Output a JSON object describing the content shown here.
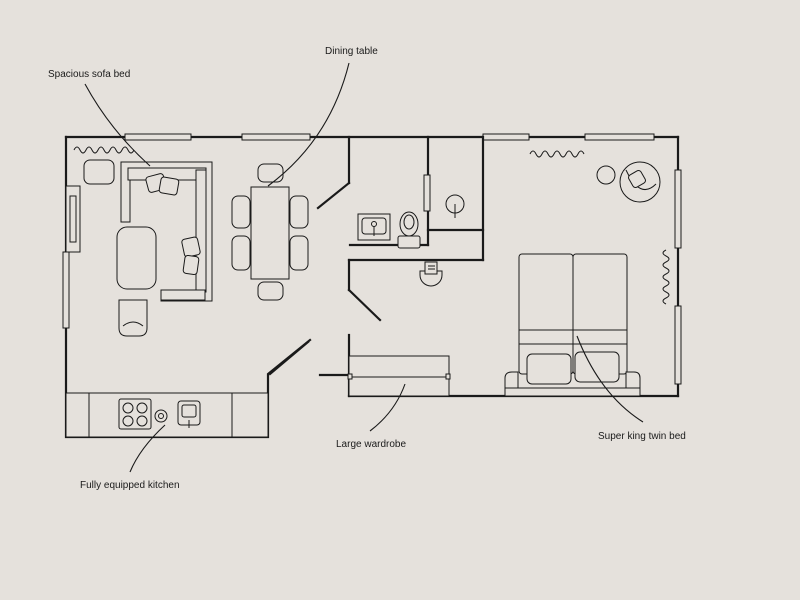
{
  "labels": {
    "sofa": "Spacious sofa bed",
    "dining": "Dining table",
    "kitchen": "Fully equipped kitchen",
    "wardrobe": "Large wardrobe",
    "bed": "Super king twin bed"
  },
  "colors": {
    "background": "#e5e1dc",
    "line": "#1a1a1a"
  }
}
